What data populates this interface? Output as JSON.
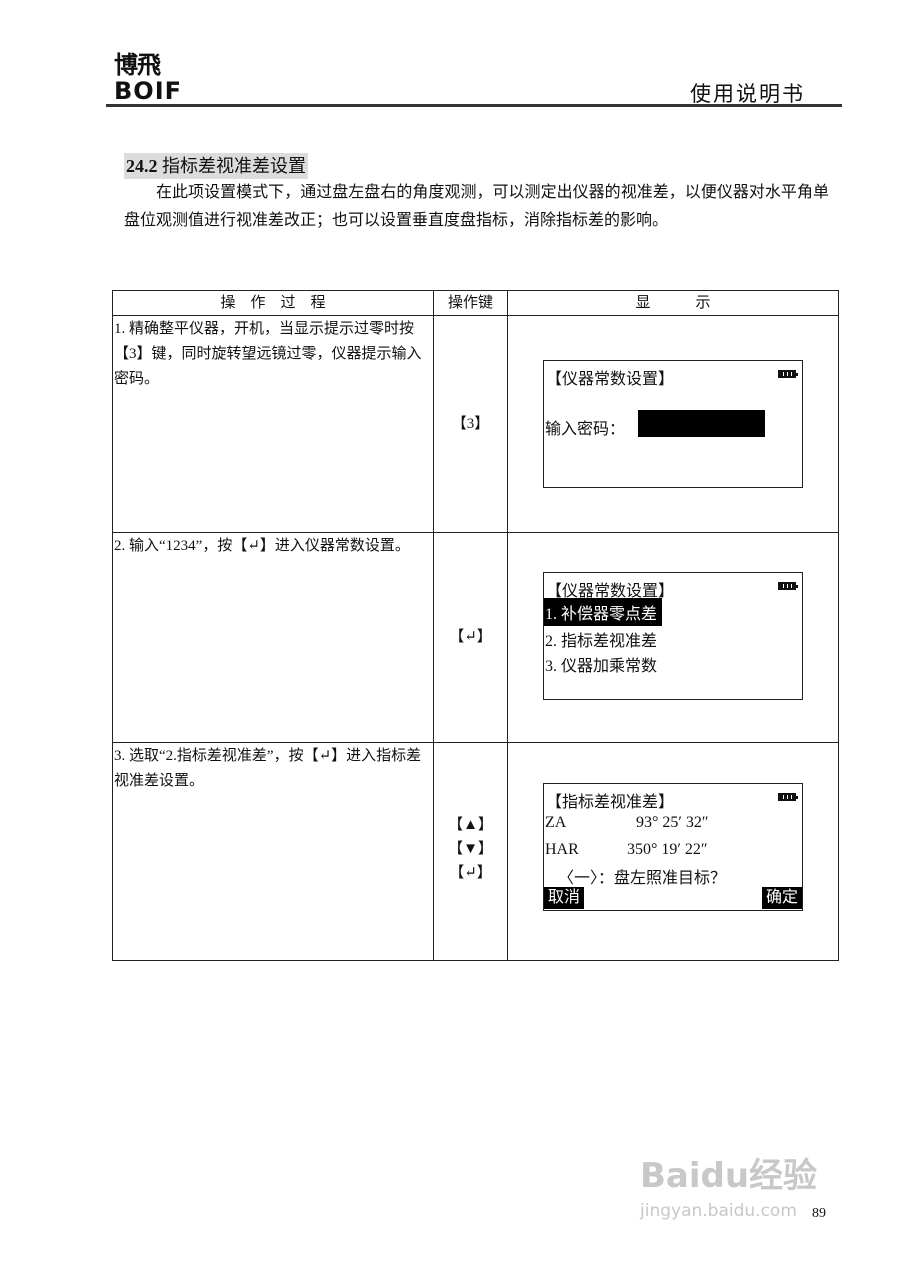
{
  "header": {
    "logo_cn": "博飛",
    "logo_en": "BOIF",
    "title": "使用说明书"
  },
  "section": {
    "number": "24.2",
    "title": "指标差视准差设置",
    "paragraph": "在此项设置模式下，通过盘左盘右的角度观测，可以测定出仪器的视准差，以便仪器对水平角单盘位观测值进行视准差改正；也可以设置垂直度盘指标，消除指标差的影响。"
  },
  "table": {
    "headers": [
      "操　作　过　程",
      "操作键",
      "显　　　示"
    ],
    "rows": [
      {
        "step": "1. 精确整平仪器，开机，当显示提示过零时按【3】键，同时旋转望远镜过零，仪器提示输入密码。",
        "keys": [
          "【3】"
        ],
        "screen": {
          "title": "【仪器常数设置】",
          "battery_icon": "battery-icon",
          "label": "输入密码：",
          "input_value": ""
        }
      },
      {
        "step": "2. 输入“1234”，按【↵】进入仪器常数设置。",
        "keys": [
          "【↵】"
        ],
        "screen": {
          "title": "【仪器常数设置】",
          "battery_icon": "battery-icon",
          "items": [
            "1. 补偿器零点差",
            "2. 指标差视准差",
            "3. 仪器加乘常数"
          ],
          "selected_index": 0
        }
      },
      {
        "step": "3. 选取“2.指标差视准差”，按【↵】进入指标差视准差设置。",
        "keys": [
          "【▲】",
          "【▼】",
          "【↵】"
        ],
        "screen": {
          "title": "【指标差视准差】",
          "battery_icon": "battery-icon",
          "za_label": "ZA",
          "za_value": "93° 25′ 32″",
          "har_label": "HAR",
          "har_value": "350° 19′ 22″",
          "prompt": "〈一〉：盘左照准目标？",
          "cancel": "取消",
          "confirm": "确定"
        }
      }
    ]
  },
  "page_number": "89",
  "watermark": {
    "brand": "Baidu经验",
    "url": "jingyan.baidu.com"
  }
}
